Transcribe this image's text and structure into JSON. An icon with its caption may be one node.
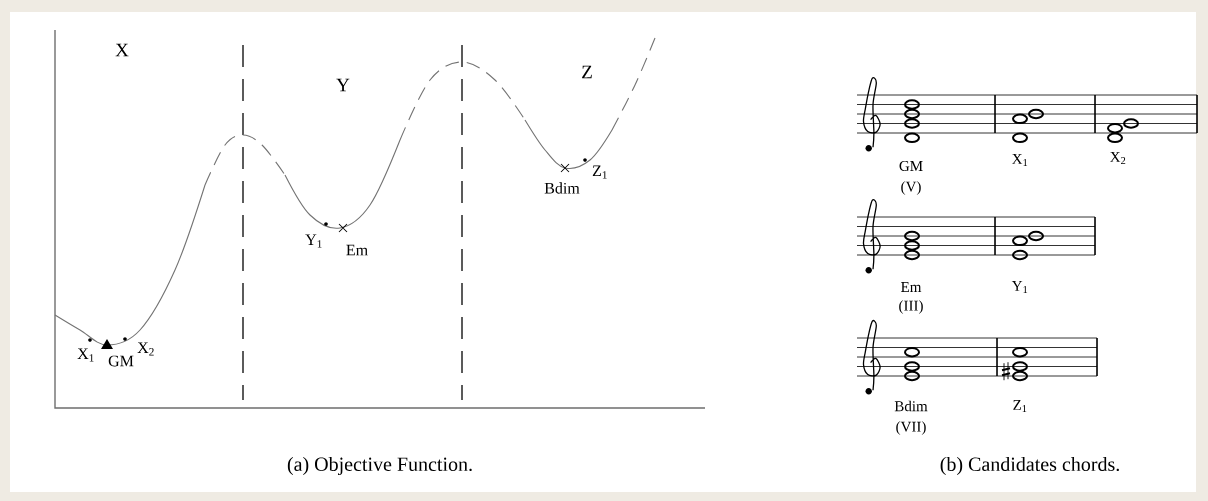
{
  "diagram": {
    "labels": [
      "X",
      "Y",
      "Z",
      "Bdim",
      "Z$_{1}$",
      "Y$_{1}$",
      "Em",
      "X$_{1}$",
      "GM",
      "X$_{2}$",
      "GM",
      "X$_{1}$",
      "X$_{2}$",
      "(V)",
      "Em",
      "Y$_{1}$",
      "(III)",
      "Bdim",
      "Z$_{1}$",
      "(VII)",
      "(a) Objective Function.",
      "(b) Candidates chords."
    ]
  }
}
